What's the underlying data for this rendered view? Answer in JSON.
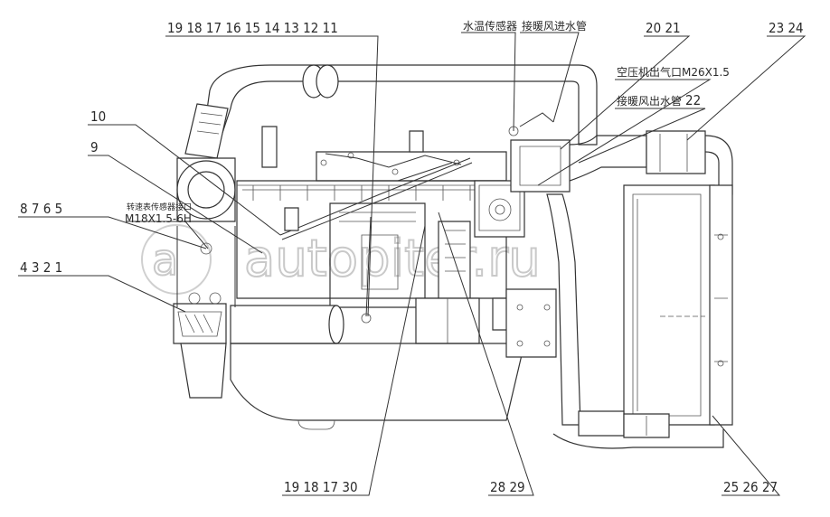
{
  "callouts": {
    "top_left": "19 18 17 16 15 14 13 12 11",
    "water_temp_sensor": "水温传感器",
    "heater_inlet_pipe": "接暖风进水管",
    "top_mid": "20 21",
    "top_right": "23 24",
    "compressor_outlet": "空压机出气口M26X1.5",
    "heater_outlet_pipe": "接暖风出水管",
    "right_22": "22",
    "left_10": "10",
    "left_9": "9",
    "left_8765": "8 7 6 5",
    "speed_sensor_port": "转速表传感器接口",
    "thread_spec": "M18X1.5-6H",
    "left_4321": "4 3 2 1",
    "bottom_left": "19 18 17 30",
    "bottom_mid": "28 29",
    "bottom_right": "25 26 27"
  },
  "watermark": "autopiter.ru"
}
